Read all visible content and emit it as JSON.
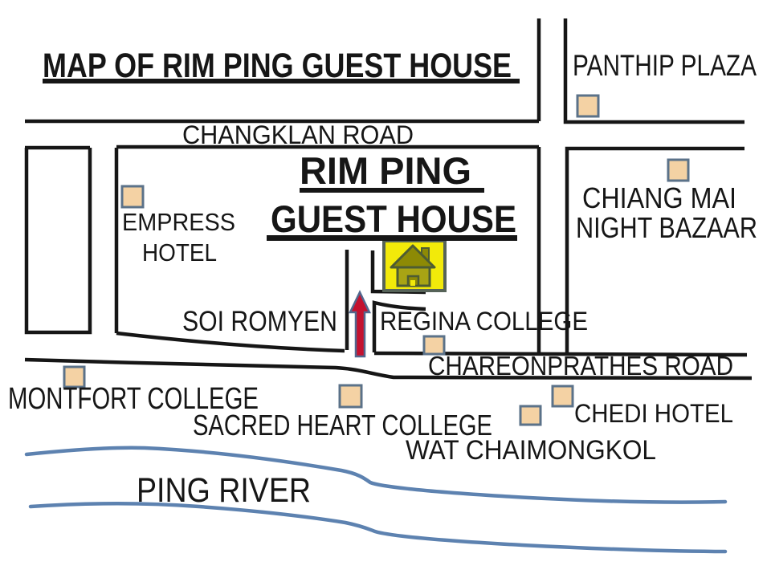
{
  "map": {
    "title": "MAP OF RIM PING GUEST HOUSE",
    "destination": {
      "name_line1": "RIM PING",
      "name_line2": "GUEST HOUSE"
    },
    "roads": {
      "changklan": "CHANGKLAN ROAD",
      "soi_romyen": "SOI ROMYEN",
      "chareonprathes": "CHAREONPRATHES ROAD"
    },
    "river_label": "PING RIVER",
    "landmarks": {
      "panthip_plaza": "PANTHIP PLAZA",
      "empress_hotel_line1": "EMPRESS",
      "empress_hotel_line2": "HOTEL",
      "night_bazaar_line1": "CHIANG MAI",
      "night_bazaar_line2": "NIGHT BAZAAR",
      "regina_college": "REGINA COLLEGE",
      "montfort_college": "MONTFORT COLLEGE",
      "sacred_heart_college": "SACRED HEART COLLEGE",
      "chedi_hotel": "CHEDI HOTEL",
      "wat_chaimongkol": "WAT CHAIMONGKOL"
    },
    "colors": {
      "road_line": "#161616",
      "river_line": "#5d82b0",
      "marker_fill": "#f4d2a4",
      "marker_border": "#5b7289",
      "house_square_fill": "#f2ea0a",
      "house_square_border": "#566358",
      "house_roof_fill": "#8d8a05",
      "house_body_fill": "#a8a414",
      "house_outline": "#4d5c33",
      "arrow_fill": "#c41230",
      "arrow_outline": "#52688f",
      "text": "#161616"
    }
  }
}
